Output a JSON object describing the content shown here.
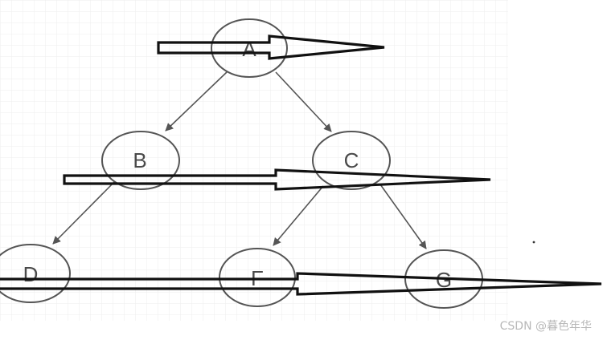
{
  "diagram": {
    "nodes": [
      {
        "id": "A",
        "label": "A"
      },
      {
        "id": "B",
        "label": "B"
      },
      {
        "id": "C",
        "label": "C"
      },
      {
        "id": "D",
        "label": "D"
      },
      {
        "id": "F",
        "label": "F"
      },
      {
        "id": "G",
        "label": "G"
      }
    ],
    "edges": [
      {
        "from": "A",
        "to": "B"
      },
      {
        "from": "A",
        "to": "C"
      },
      {
        "from": "B",
        "to": "D"
      },
      {
        "from": "C",
        "to": "F"
      },
      {
        "from": "C",
        "to": "G"
      }
    ],
    "level_arrows": [
      {
        "level": 1,
        "nodes": [
          "A"
        ]
      },
      {
        "level": 2,
        "nodes": [
          "B",
          "C"
        ]
      },
      {
        "level": 3,
        "nodes": [
          "D",
          "F",
          "G"
        ]
      }
    ]
  },
  "watermark": {
    "text": "CSDN @暮色年华"
  }
}
